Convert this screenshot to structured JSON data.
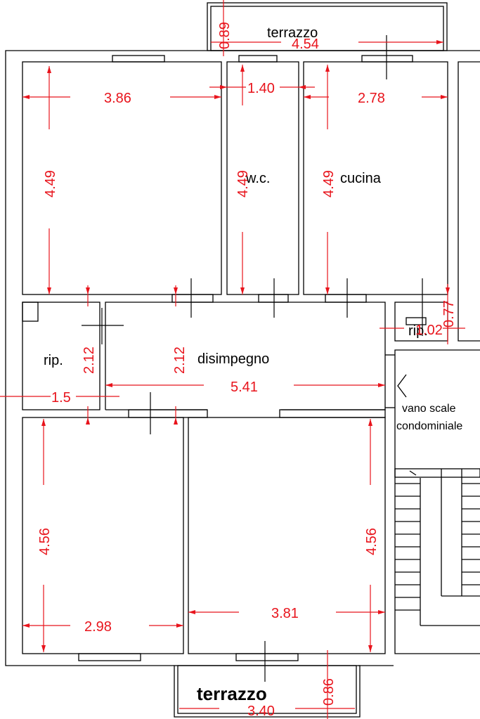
{
  "rooms": {
    "terrace_top": "terrazzo",
    "wc": "w.c.",
    "kitchen": "cucina",
    "storage_left": "rip.",
    "storage_right": "rip.",
    "hallway": "disimpegno",
    "stairwell_line1": "vano scale",
    "stairwell_line2": "condominiale",
    "terrace_bottom": "terrazzo"
  },
  "dimensions": {
    "terrace_top_depth": "0.89",
    "terrace_top_width": "4.54",
    "room1_width": "3.86",
    "room1_depth": "4.49",
    "wc_width": "1.40",
    "wc_depth": "4.49",
    "kitchen_width": "2.78",
    "kitchen_depth": "4.49",
    "storage_depth": "2.12",
    "storage_width": "1.5",
    "hallway_depth": "2.12",
    "hallway_width": "5.41",
    "small_storage_width": "1.02",
    "small_storage_depth": "0.77",
    "room_bl_depth": "4.56",
    "room_bl_width": "2.98",
    "room_br_depth": "4.56",
    "room_br_width": "3.81",
    "terrace_bottom_width": "3.40",
    "terrace_bottom_depth": "0.86"
  },
  "colors": {
    "dimension": "#e8141c",
    "wall": "#000000"
  }
}
